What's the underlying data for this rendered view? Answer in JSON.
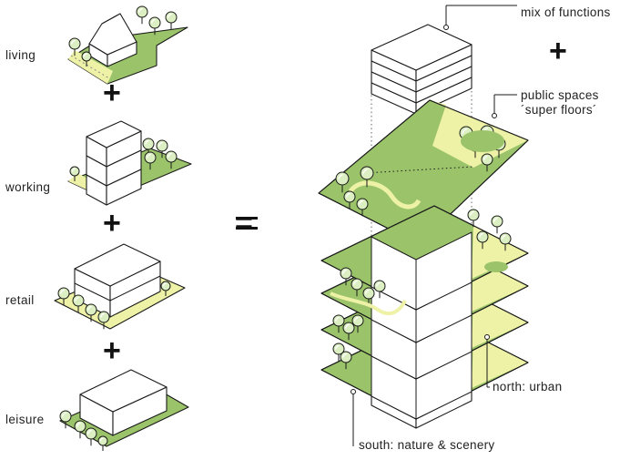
{
  "colors": {
    "green": "#9bc46a",
    "yellow": "#eef2a6",
    "white": "#ffffff",
    "stroke": "#1a1a1a",
    "treeFill": "#dcefc2"
  },
  "left_labels": {
    "living": "living",
    "working": "working",
    "retail": "retail",
    "leisure": "leisure"
  },
  "operators": {
    "plus1": "+",
    "plus2": "+",
    "plus3": "+",
    "equals": "=",
    "plus_right": "+"
  },
  "callouts": {
    "mix": "mix of functions",
    "public_line1": "public spaces",
    "public_line2": "´super floors´",
    "north": "north: urban",
    "south": "south: nature & scenery"
  }
}
